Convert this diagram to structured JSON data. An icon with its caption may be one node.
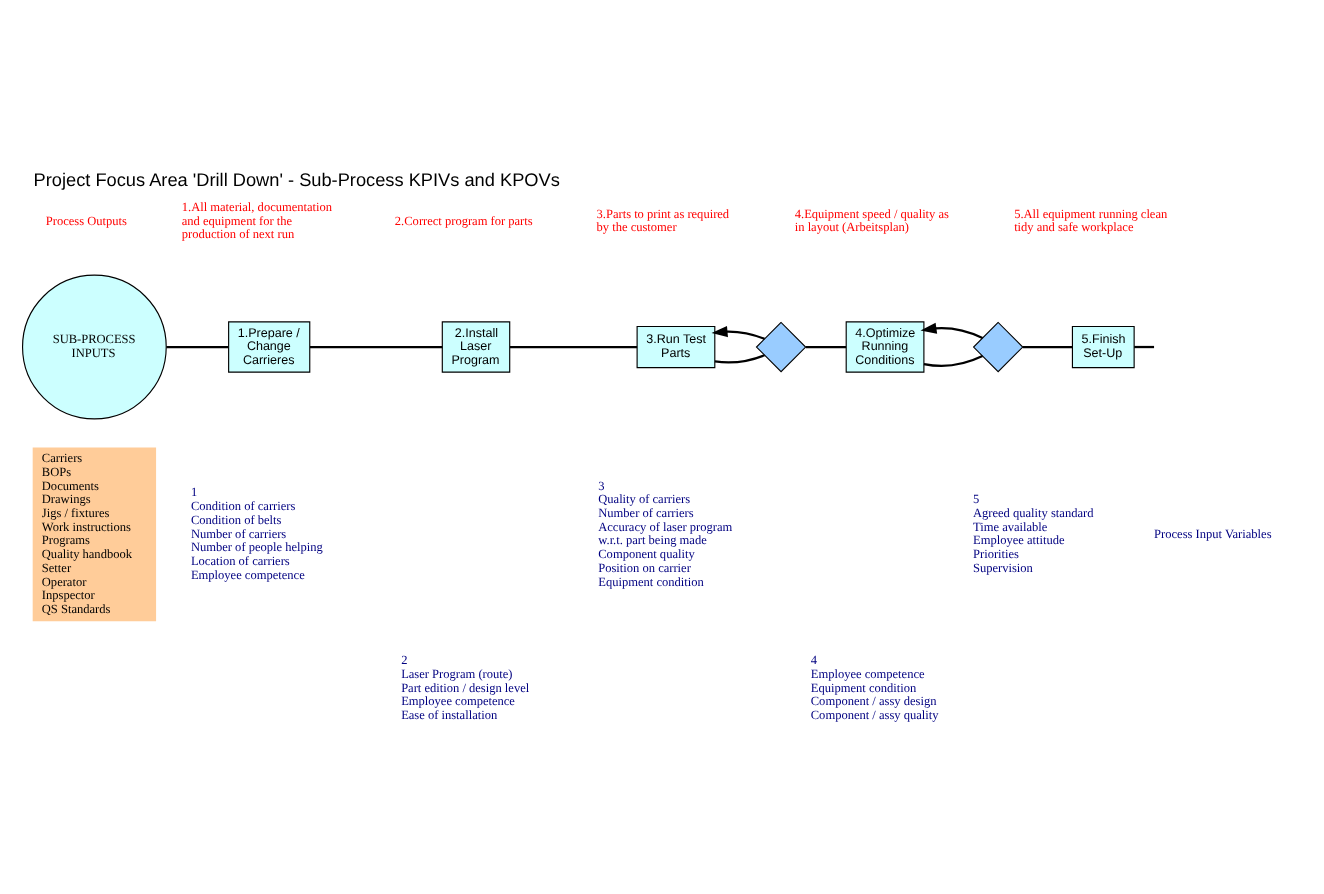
{
  "diagram": {
    "title": "Project Focus Area 'Drill Down' - Sub-Process KPIVs and KPOVs",
    "nodes": [
      {
        "text": [
          "SUB-PROCESS INPUTS"
        ]
      },
      {
        "text": [
          "1.Prepare / Change Carrieres"
        ]
      },
      {
        "text": [
          "2.Install Laser Program"
        ]
      },
      {
        "text": [
          "3.Run Test Parts"
        ]
      },
      {
        "text": [],
        "shape": "diamond"
      },
      {
        "text": [
          "4.Optimize Running Conditions"
        ]
      },
      {
        "text": [],
        "shape": "diamond"
      },
      {
        "text": [
          "5.Finish Set-Up"
        ]
      }
    ],
    "edges": [
      {
        "from": 0,
        "to": 1,
        "arrow": "none"
      },
      {
        "from": 1,
        "to": 2,
        "arrow": "none"
      },
      {
        "from": 2,
        "to": 3,
        "arrow": "none"
      },
      {
        "from": 3,
        "to": 4,
        "arrow": "none"
      },
      {
        "from": 4,
        "to": 5,
        "arrow": "none"
      },
      {
        "from": 5,
        "to": 6,
        "arrow": "none"
      },
      {
        "from": 6,
        "to": 7,
        "arrow": "none"
      },
      {
        "from": 7,
        "to": null,
        "arrow": "none"
      },
      {
        "from": 4,
        "to": 3,
        "arrow": "to"
      },
      {
        "from": 6,
        "to": 5,
        "arrow": "to"
      }
    ],
    "labels": [
      "Process Outputs",
      "1.All material, documentation and equipment for the production of next run",
      "2.Correct program for parts",
      "3.Parts to print as required by the customer",
      "4.Equipment speed / quality as in layout (Arbeitsplan)",
      "5.All equipment running clean tidy and safe workplace",
      "Carriers",
      "BOPs",
      "Documents",
      "Drawings",
      "Jigs / fixtures",
      "Work instructions",
      "Programs",
      "Quality handbook",
      "Setter",
      "Operator",
      "Inpspector",
      "QS Standards",
      "1",
      "Condition of carriers",
      "Condition of belts",
      "Number of carriers",
      "Number of people helping",
      "Location of carriers",
      "Employee competence",
      "2",
      "Laser Program (route)",
      "Part edition / design level",
      "Employee competence",
      "Ease of installation",
      "3",
      "Quality of carriers",
      "Number of carriers",
      "Accuracy of laser program w.r.t. part being made",
      "Component quality",
      "Position on carrier",
      "Equipment condition",
      "4",
      "Employee competence",
      "Equipment condition",
      "Component / assy design",
      "Component / assy quality",
      "5",
      "Agreed quality standard",
      "Time available",
      "Employee attitude",
      "Priorities",
      "Supervision",
      "Process Input Variables"
    ]
  }
}
